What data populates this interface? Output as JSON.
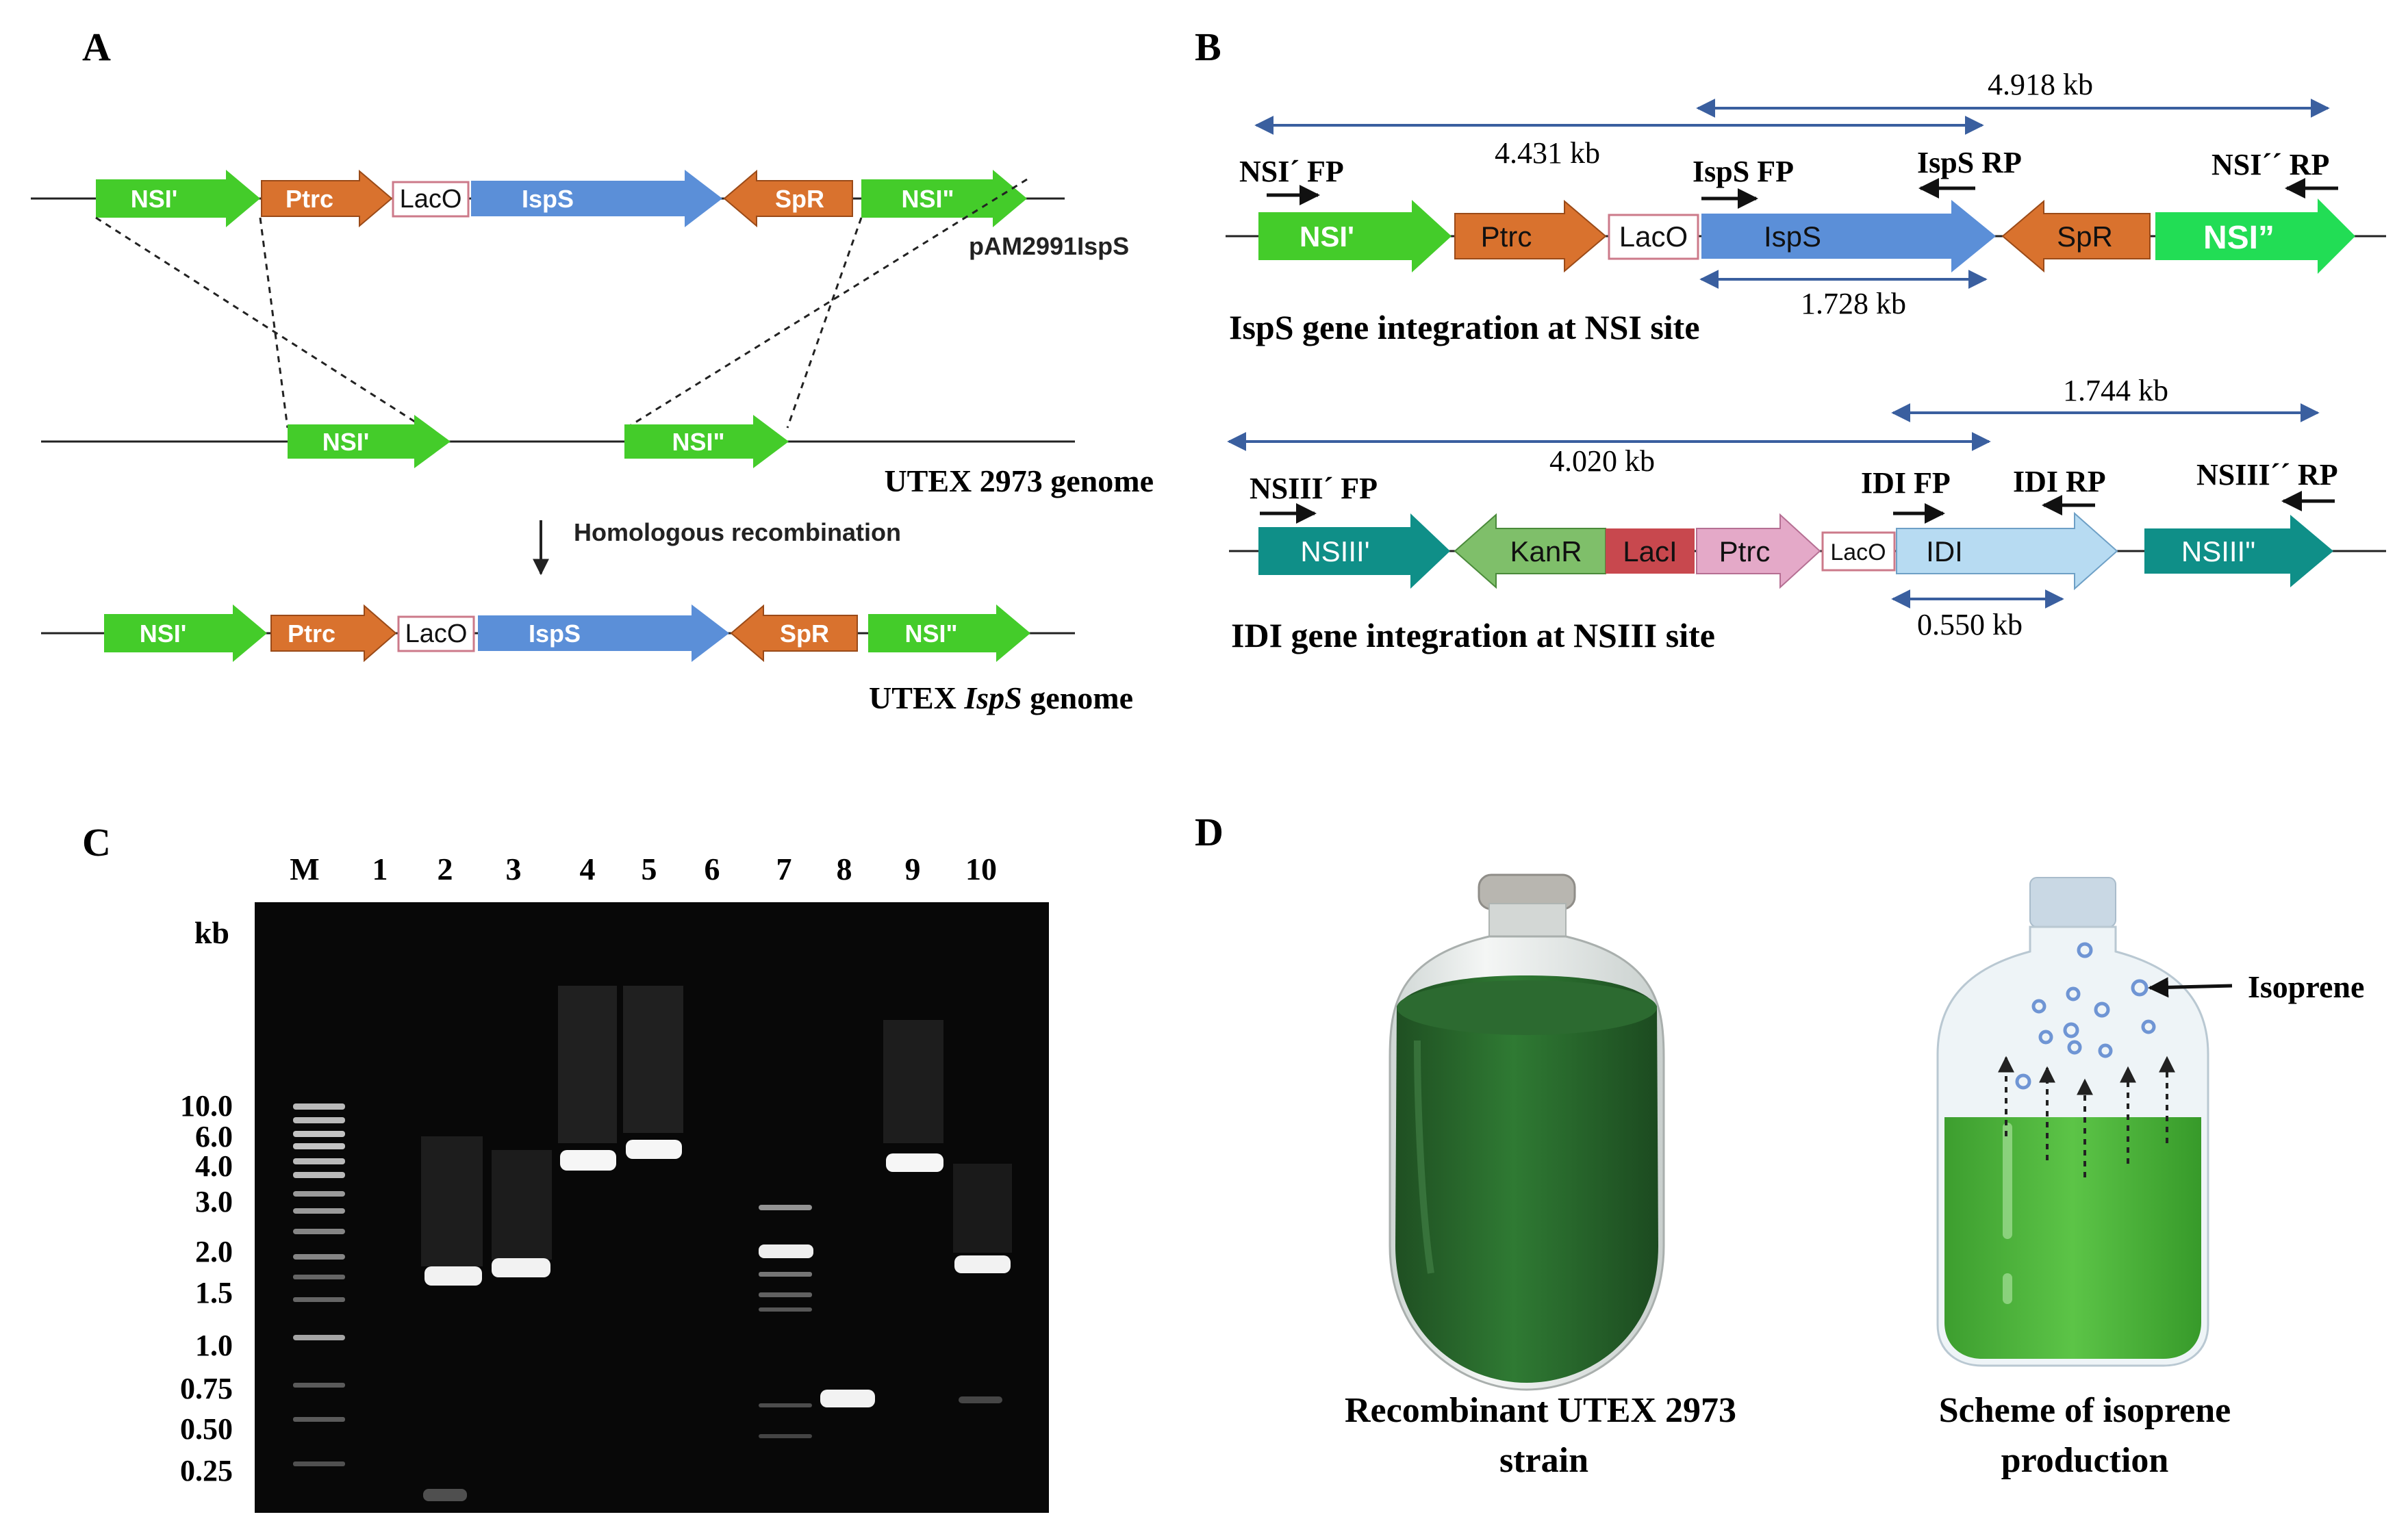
{
  "panels": {
    "a": {
      "letter": "A",
      "plasmid_genes": [
        "NSI'",
        "Ptrc",
        "LacO",
        "IspS",
        "SpR",
        "NSI\""
      ],
      "plasmid_name": "pAM2991IspS",
      "genome_genes": [
        "NSI'",
        "NSI\""
      ],
      "genome_name": "UTEX 2973 genome",
      "process_label": "Homologous recombination",
      "result_genes": [
        "NSI'",
        "Ptrc",
        "LacO",
        "IspS",
        "SpR",
        "NSI\""
      ],
      "result_prefix": "UTEX ",
      "result_italic": "IspS",
      "result_suffix": " genome"
    },
    "b": {
      "letter": "B",
      "top": {
        "lengths": [
          "4.918 kb",
          "4.431 kb",
          "1.728 kb"
        ],
        "primers": [
          "NSI´ FP",
          "IspS FP",
          "IspS RP",
          "NSI´´ RP"
        ],
        "genes": [
          "NSI'",
          "Ptrc",
          "LacO",
          "IspS",
          "SpR",
          "NSI”"
        ],
        "caption": "IspS gene integration at NSI site"
      },
      "bottom": {
        "lengths": [
          "1.744 kb",
          "4.020 kb",
          "0.550 kb"
        ],
        "primers": [
          "NSIII´ FP",
          "IDI FP",
          "IDI RP",
          "NSIII´´ RP"
        ],
        "genes": [
          "NSIII'",
          "KanR",
          "LacI",
          "Ptrc",
          "LacO",
          "IDI",
          "NSIII\""
        ],
        "caption": "IDI gene integration at NSIII site"
      }
    },
    "c": {
      "letter": "C",
      "lanes": [
        "M",
        "1",
        "2",
        "3",
        "4",
        "5",
        "6",
        "7",
        "8",
        "9",
        "10"
      ],
      "unit": "kb",
      "markers": [
        "10.0",
        "6.0",
        "4.0",
        "3.0",
        "2.0",
        "1.5",
        "1.0",
        "0.75",
        "0.50",
        "0.25"
      ]
    },
    "d": {
      "letter": "D",
      "photo_caption_1": "Recombinant UTEX 2973",
      "photo_caption_2": "strain",
      "scheme_caption_1": "Scheme of isoprene",
      "scheme_caption_2": "production",
      "isoprene_label": "Isoprene"
    }
  },
  "colors": {
    "green": "#44cc2a",
    "orange": "#d9722e",
    "blue": "#5b8fd8",
    "pink_border": "#cc7a8a",
    "teal": "#0f8f88",
    "kan_green": "#7fbf6a",
    "laci_red": "#c8484e",
    "ptrc_pink": "#e4a9c8",
    "idi_blue": "#b7dbf2",
    "dim_blue": "#3a5f9f",
    "gel_bg": "#080808",
    "culture_green": "#2e6e2f",
    "scheme_green": "#4fb83d"
  }
}
